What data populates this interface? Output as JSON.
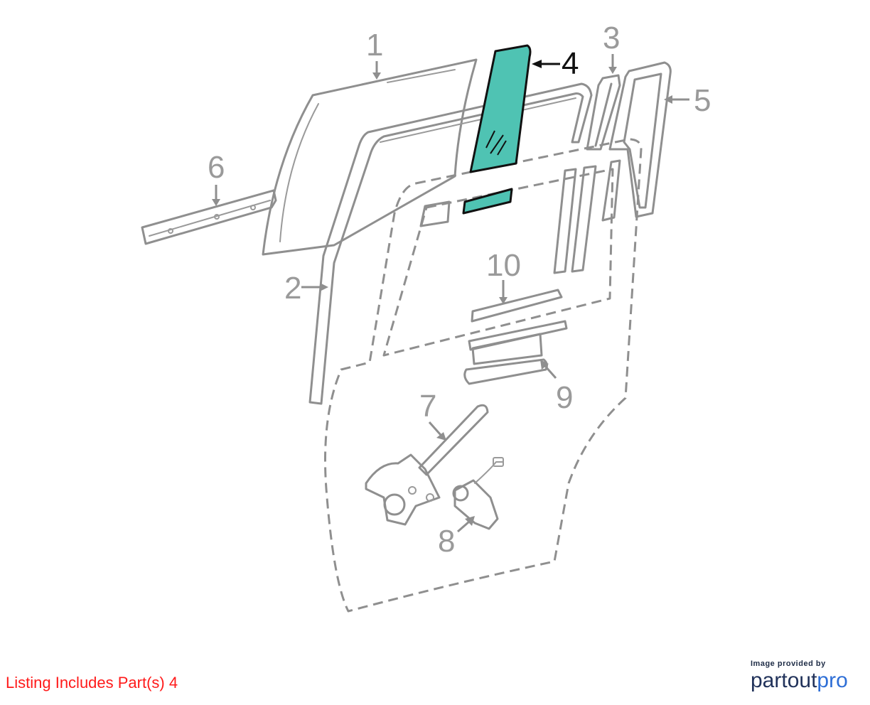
{
  "diagram": {
    "callouts": [
      {
        "label": "1",
        "highlighted": false
      },
      {
        "label": "2",
        "highlighted": false
      },
      {
        "label": "3",
        "highlighted": false
      },
      {
        "label": "4",
        "highlighted": true
      },
      {
        "label": "5",
        "highlighted": false
      },
      {
        "label": "6",
        "highlighted": false
      },
      {
        "label": "7",
        "highlighted": false
      },
      {
        "label": "8",
        "highlighted": false
      },
      {
        "label": "9",
        "highlighted": false
      },
      {
        "label": "10",
        "highlighted": false
      }
    ],
    "highlight_color": "#4fc3b3",
    "line_color": "#8f8f8f"
  },
  "footer": {
    "listing_note": "Listing Includes Part(s) 4",
    "listing_note_color": "#ff1a1a",
    "credit": "Image provided by",
    "brand_part1": "partout",
    "brand_part2": "pro"
  }
}
